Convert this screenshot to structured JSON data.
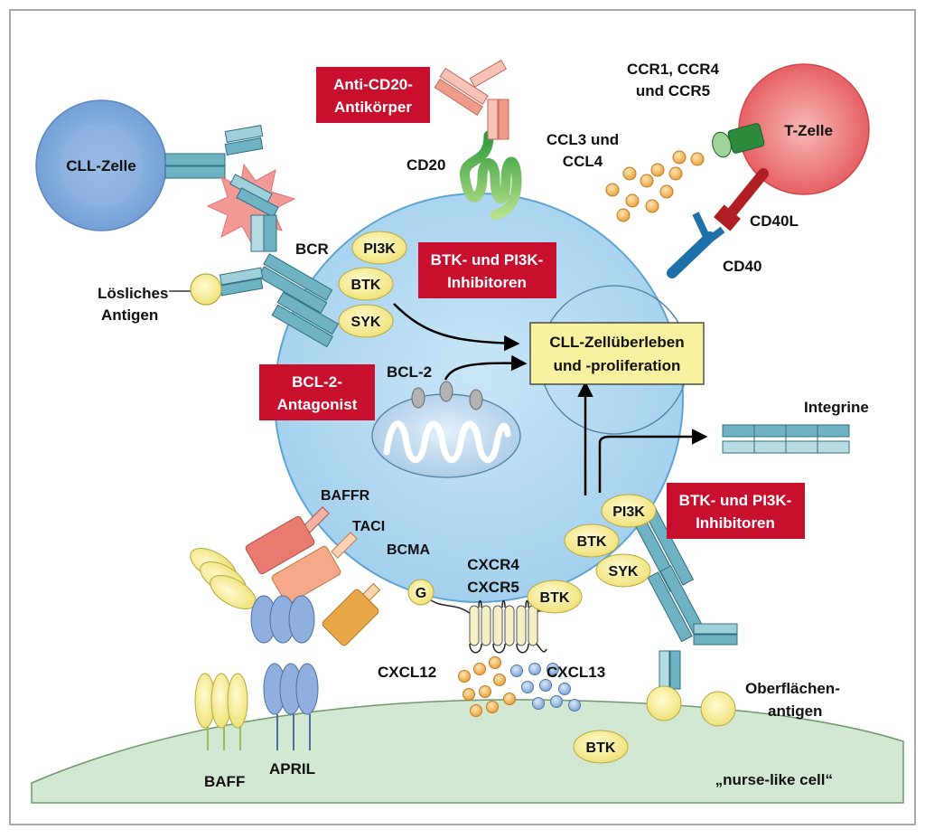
{
  "colors": {
    "cell_blue": "#a9d4ef",
    "cell_blue_edge": "#5a9fd0",
    "red_box": "#c8102e",
    "yellow": "#f6ef9c",
    "nurse_green": "#cfe6cf",
    "tcell_red": "#e8555b",
    "cll_blue": "#7ba8da"
  },
  "cells": {
    "cll_cell": "CLL-Zelle",
    "t_cell": "T-Zelle",
    "nurse_cell": "„nurse-like cell“"
  },
  "drug_boxes": {
    "anti_cd20_line1": "Anti-CD20-",
    "anti_cd20_line2": "Antikörper",
    "btk_pi3k_top_line1": "BTK- und PI3K-",
    "btk_pi3k_top_line2": "Inhibitoren",
    "bcl2_line1": "BCL-2-",
    "bcl2_line2": "Antagonist",
    "btk_pi3k_bottom_line1": "BTK- und PI3K-",
    "btk_pi3k_bottom_line2": "Inhibitoren"
  },
  "center_box": {
    "line1": "CLL-Zellüberleben",
    "line2": "und -proliferation"
  },
  "kinases": {
    "pi3k_top": "PI3K",
    "btk_top": "BTK",
    "syk_top": "SYK",
    "pi3k_bottom": "PI3K",
    "btk_bottom": "BTK",
    "syk_bottom": "SYK",
    "btk_cxcr": "BTK",
    "btk_nurse": "BTK",
    "g_protein": "G"
  },
  "labels": {
    "cd20": "CD20",
    "ccr_line1": "CCR1, CCR4",
    "ccr_line2": "und CCR5",
    "ccl_line1": "CCL3 und",
    "ccl_line2": "CCL4",
    "cd40l": "CD40L",
    "cd40": "CD40",
    "bcr": "BCR",
    "soluble_line1": "Lösliches",
    "soluble_line2": "Antigen",
    "bcl2": "BCL-2",
    "integrine": "Integrine",
    "baffr": "BAFFR",
    "taci": "TACI",
    "bcma": "BCMA",
    "cxcr4": "CXCR4",
    "cxcr5": "CXCR5",
    "cxcl12": "CXCL12",
    "cxcl13": "CXCL13",
    "surface_line1": "Oberflächen-",
    "surface_line2": "antigen",
    "baff": "BAFF",
    "april": "APRIL"
  }
}
